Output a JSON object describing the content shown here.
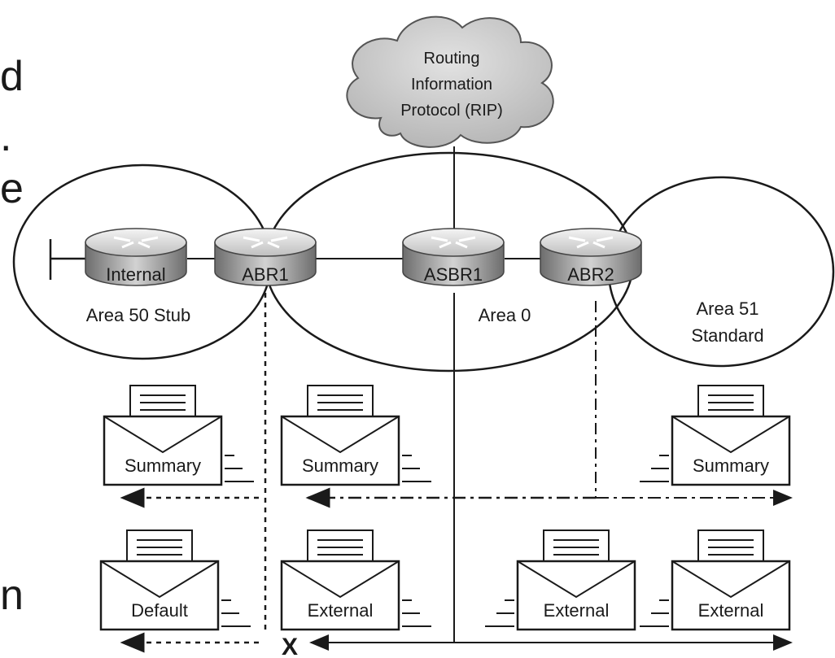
{
  "cloud": {
    "line1": "Routing",
    "line2": "Information",
    "line3": "Protocol (RIP)"
  },
  "routers": {
    "internal": "Internal",
    "abr1": "ABR1",
    "asbr1": "ASBR1",
    "abr2": "ABR2"
  },
  "areas": {
    "area50": "Area 50 Stub",
    "area0": "Area 0",
    "area51_line1": "Area 51",
    "area51_line2": "Standard"
  },
  "envelopes": {
    "summary_area50": "Summary",
    "summary_area0": "Summary",
    "summary_area51": "Summary",
    "default_area50": "Default",
    "external_area0": "External",
    "external_area0_right": "External",
    "external_area51": "External"
  },
  "block_marker": "X",
  "cropped_edge_text": [
    "d",
    ".",
    "e",
    "n"
  ],
  "colors": {
    "ink": "#1a1a1a",
    "router_top": "#e6e6e6",
    "router_body": "#9a9a9a",
    "cloud": "#c8c8c8"
  }
}
